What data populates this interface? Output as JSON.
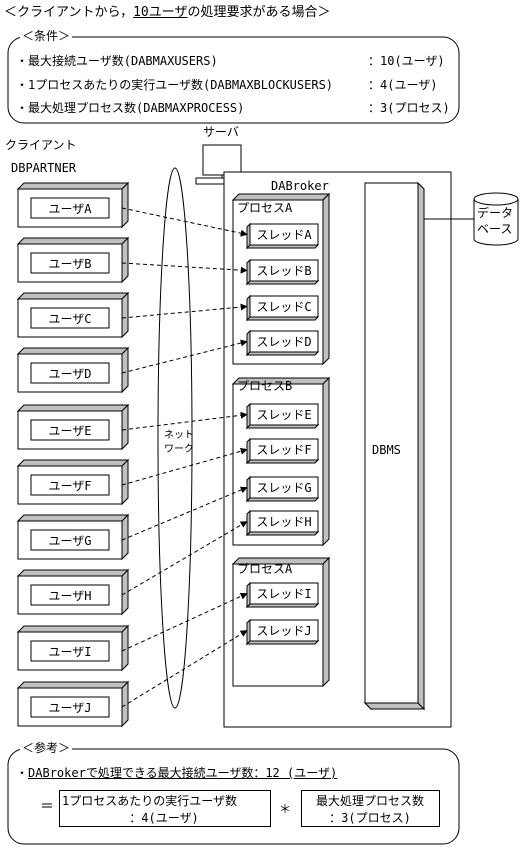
{
  "title": {
    "pre": "＜クライアントから，",
    "emph": "10ユーザ",
    "post": "の処理要求がある場合＞"
  },
  "conditions": {
    "label": "＜条件＞",
    "rows": [
      {
        "text": "・最大接続ユーザ数(DABMAXUSERS)",
        "value": "：10(ユーザ)"
      },
      {
        "text": "・1プロセスあたりの実行ユーザ数(DABMAXBLOCKUSERS)",
        "value": "：4(ユーザ)"
      },
      {
        "text": "・最大処理プロセス数(DABMAXPROCESS)",
        "value": "：3(プロセス)"
      }
    ]
  },
  "client": {
    "label": "クライアント",
    "product": "DBPARTNER",
    "users": [
      "ユーザA",
      "ユーザB",
      "ユーザC",
      "ユーザD",
      "ユーザE",
      "ユーザF",
      "ユーザG",
      "ユーザH",
      "ユーザI",
      "ユーザJ"
    ]
  },
  "network": {
    "line1": "ネット",
    "line2": "ワーク"
  },
  "server": {
    "label": "サーバ",
    "dabroker": "DABroker",
    "processes": [
      {
        "name": "プロセスA",
        "threads": [
          "スレッドA",
          "スレッドB",
          "スレッドC",
          "スレッドD"
        ]
      },
      {
        "name": "プロセスB",
        "threads": [
          "スレッドE",
          "スレッドF",
          "スレッドG",
          "スレッドH"
        ]
      },
      {
        "name": "プロセスA",
        "threads": [
          "スレッドI",
          "スレッドJ"
        ]
      }
    ],
    "dbms": "DBMS",
    "database": {
      "line1": "データ",
      "line2": "ベース"
    }
  },
  "reference": {
    "label": "＜参考＞",
    "line_pre": "・",
    "line_body": "DABrokerで処理できる最大接続ユーザ数：12 (ユーザ)",
    "equals": "＝",
    "box1": {
      "line1": "1プロセスあたりの実行ユーザ数",
      "line2": "：4(ユーザ)"
    },
    "times": "＊",
    "box2": {
      "line1": "最大処理プロセス数",
      "line2": "：3(プロセス)"
    }
  },
  "colors": {
    "line": "#000000",
    "shadow": "#c0c0c0",
    "background": "#ffffff"
  }
}
